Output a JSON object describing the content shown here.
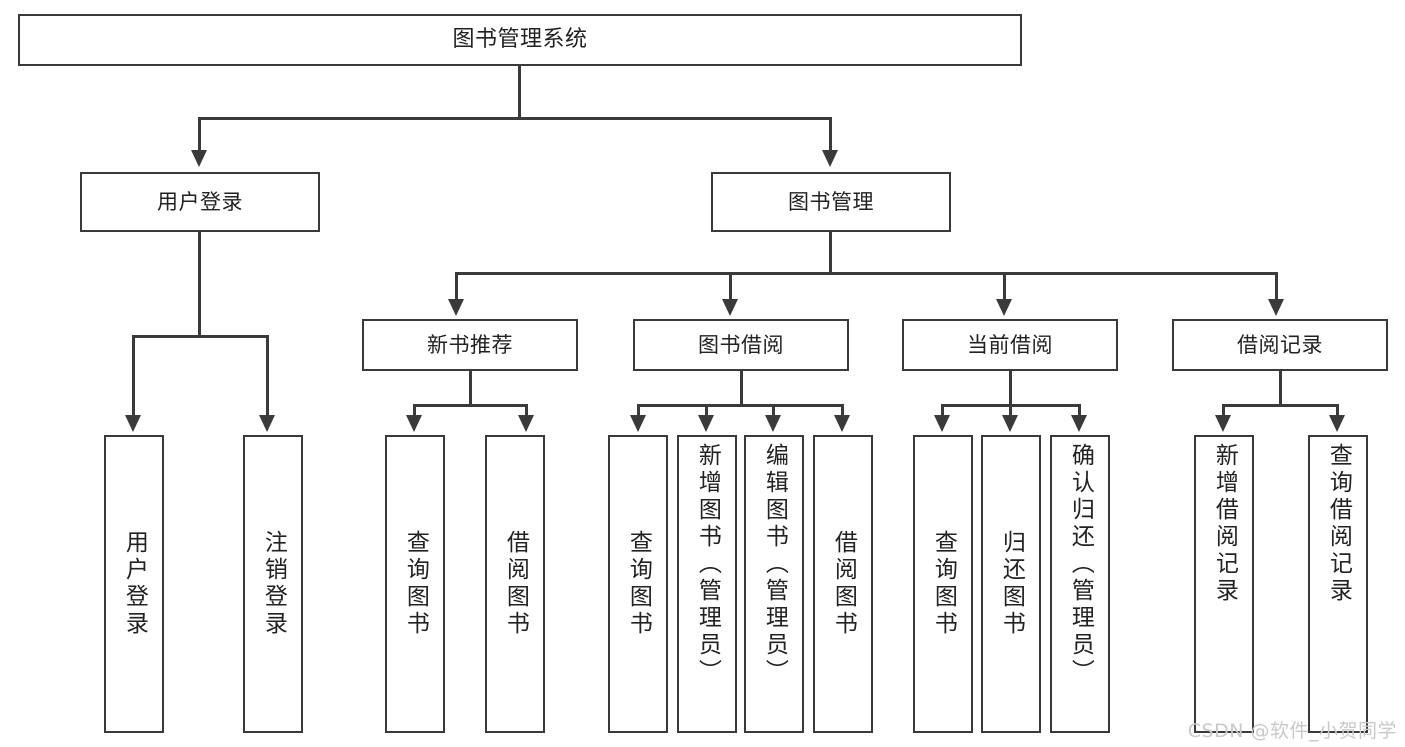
{
  "diagram": {
    "title": "图书管理系统",
    "watermark": "CSDN @软件_小贺同学",
    "root": {
      "label": "图书管理系统"
    },
    "level2": [
      {
        "label": "用户登录"
      },
      {
        "label": "图书管理"
      }
    ],
    "level3": [
      {
        "label": "新书推荐"
      },
      {
        "label": "图书借阅"
      },
      {
        "label": "当前借阅"
      },
      {
        "label": "借阅记录"
      }
    ],
    "leaves": {
      "user_login": [
        {
          "label": "用户登录"
        },
        {
          "label": "注销登录"
        }
      ],
      "new_book": [
        {
          "label": "查询图书"
        },
        {
          "label": "借阅图书"
        }
      ],
      "borrow_book": [
        {
          "label": "查询图书"
        },
        {
          "label": "新增图书（管理员）"
        },
        {
          "label": "编辑图书（管理员）"
        },
        {
          "label": "借阅图书"
        }
      ],
      "current_borrow": [
        {
          "label": "查询图书"
        },
        {
          "label": "归还图书"
        },
        {
          "label": "确认归还（管理员）"
        }
      ],
      "borrow_record": [
        {
          "label": "新增借阅记录"
        },
        {
          "label": "查询借阅记录"
        }
      ]
    },
    "colors": {
      "stroke": "#3a3a3a",
      "fill": "#ffffff",
      "text": "#222222",
      "watermark": "#c9c9c9"
    }
  }
}
